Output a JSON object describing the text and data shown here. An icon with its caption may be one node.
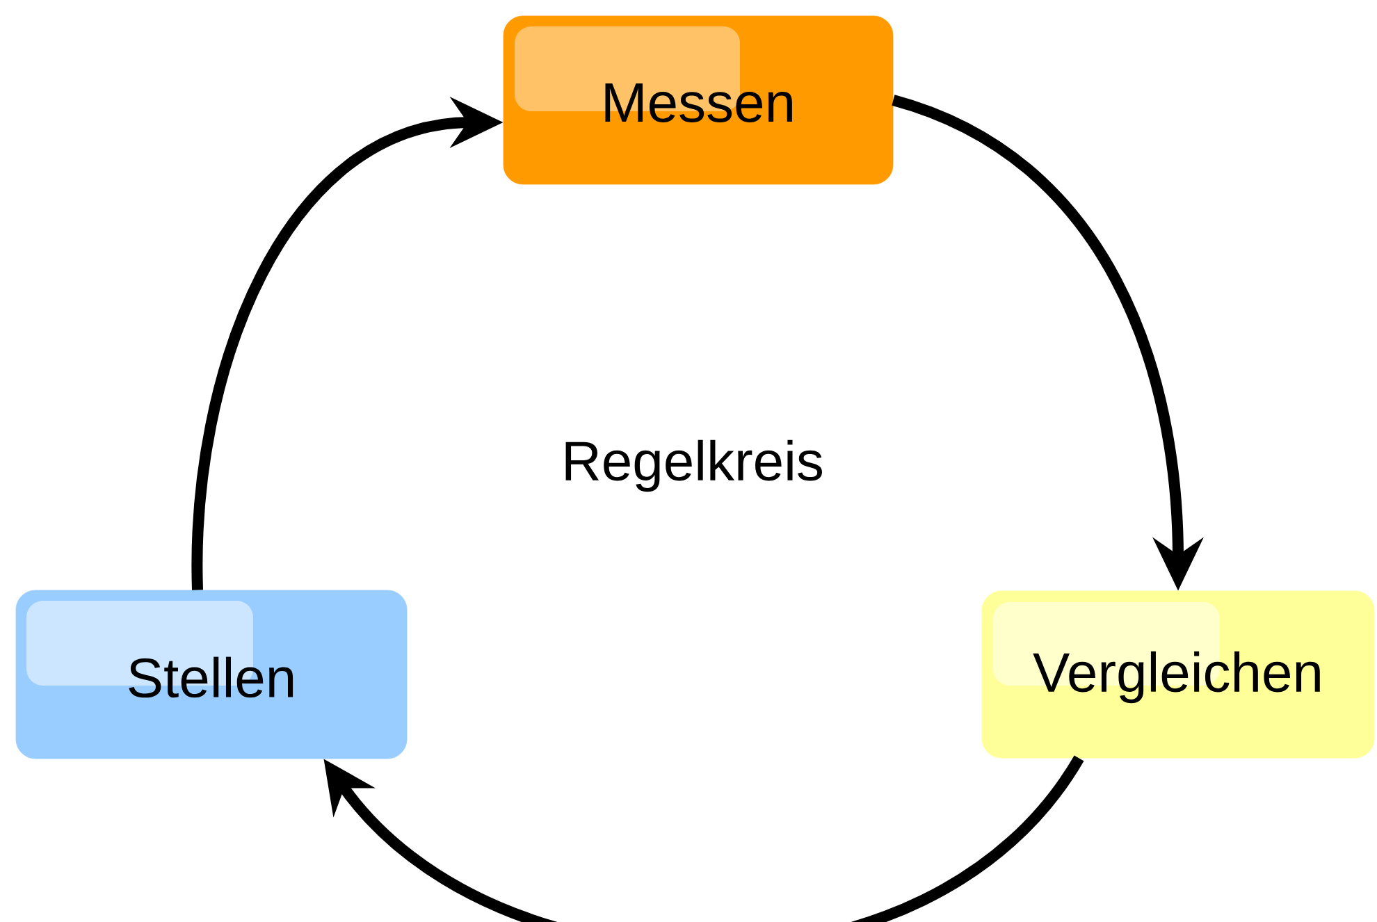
{
  "diagram": {
    "nodes": [
      {
        "text": [
          "Messen"
        ]
      },
      {
        "text": [
          "Vergleichen"
        ]
      },
      {
        "text": [
          "Stellen"
        ]
      }
    ],
    "edges": [
      {
        "from": 0,
        "to": 1,
        "arrow": "to"
      },
      {
        "from": 1,
        "to": 2,
        "arrow": "to"
      },
      {
        "from": 2,
        "to": 0,
        "arrow": "to"
      }
    ],
    "labels": [
      "Regelkreis"
    ]
  }
}
